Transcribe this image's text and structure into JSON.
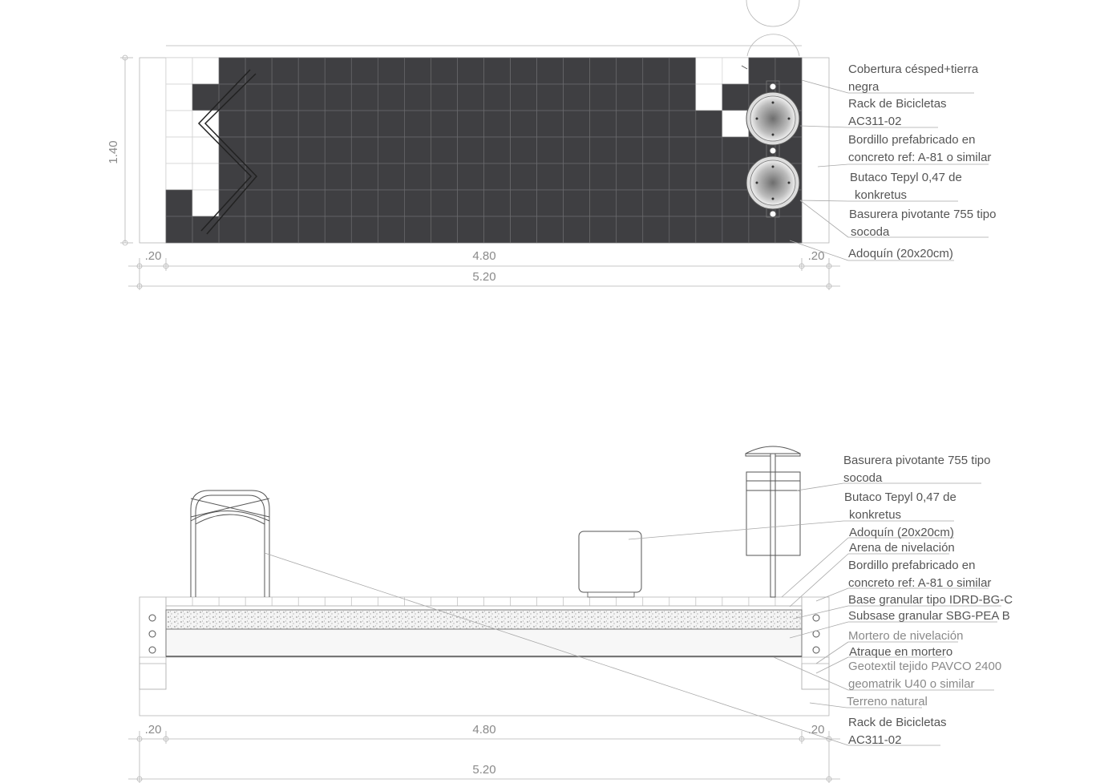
{
  "plan": {
    "labels": [
      "Cobertura césped+tierra",
      "negra",
      "Rack de Bicicletas",
      "AC311-02",
      "Bordillo prefabricado en",
      "concreto ref: A-81 o similar",
      "Butaco Tepyl 0,47 de",
      "konkretus",
      "Basurera pivotante 755 tipo",
      "socoda",
      "Adoquín  (20x20cm)"
    ],
    "dimensions": {
      "left_margin": ".20",
      "center": "4.80",
      "right_margin": ".20",
      "total": "5.20",
      "height": "1.40"
    }
  },
  "section": {
    "labels": [
      "Basurera pivotante 755 tipo",
      "socoda",
      "Butaco Tepyl 0,47 de",
      "konkretus",
      "Adoquín  (20x20cm)",
      "Arena de nivelación",
      "Bordillo prefabricado en",
      "concreto ref: A-81 o similar",
      "Base granular tipo IDRD-BG-C",
      "Subsase granular SBG-PEA B",
      "Mortero de nivelación",
      "Atraque en mortero",
      "Geotextil tejido PAVCO 2400",
      "geomatrik U40 o similar",
      "Terreno natural",
      "Rack de Bicicletas",
      "AC311-02"
    ],
    "dimensions": {
      "left_margin": ".20",
      "center": "4.80",
      "right_margin": ".20",
      "total": "5.20"
    }
  },
  "colors": {
    "paver_dark": "#3f3f42",
    "paver_light": "#ffffff",
    "line": "#b5b5b5",
    "text": "#555555"
  }
}
